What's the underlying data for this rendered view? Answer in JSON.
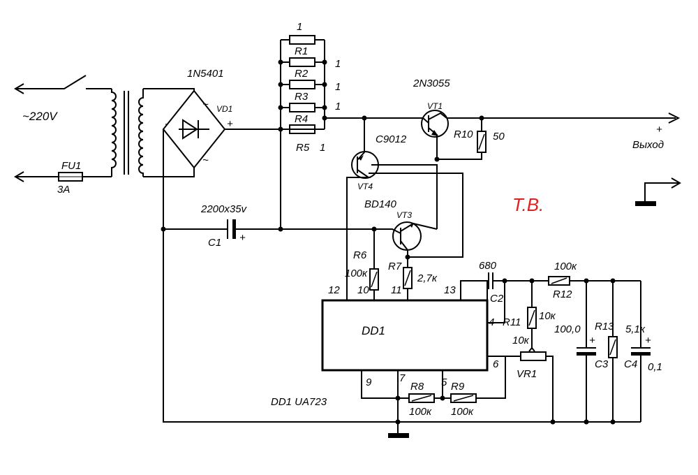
{
  "mains": {
    "voltage": "~220V",
    "fuse_label": "FU1",
    "fuse_rating": "3A"
  },
  "bridge": {
    "part": "1N5401",
    "ref": "VD1",
    "ac1": "~",
    "ac2": "~",
    "plus": "+",
    "minus": "-"
  },
  "capacitor_c1": {
    "value": "2200x35v",
    "ref": "C1",
    "plus": "+"
  },
  "shunt": {
    "top_value": "1",
    "refs": [
      "R1",
      "R2",
      "R3",
      "R4",
      "R5"
    ],
    "side_values": [
      "1",
      "1",
      "1"
    ],
    "r5_value": "1"
  },
  "vt1": {
    "part": "2N3055",
    "ref": "VT1"
  },
  "vt4": {
    "part": "C9012",
    "ref": "VT4"
  },
  "vt3": {
    "part": "BD140",
    "ref": "VT3"
  },
  "r10": {
    "ref": "R10",
    "value": "50"
  },
  "output": {
    "plus": "+",
    "label": "Выход"
  },
  "author": "T.B.",
  "r6": {
    "ref": "R6",
    "value": "100к"
  },
  "r7": {
    "ref": "R7",
    "value": "2,7к"
  },
  "c2": {
    "value": "680",
    "ref": "C2"
  },
  "r12": {
    "value": "100к",
    "ref": "R12"
  },
  "r11": {
    "ref": "R11",
    "value": "10к"
  },
  "vr1": {
    "ref": "VR1",
    "value": "10к"
  },
  "c3": {
    "value": "100,0",
    "ref": "C3"
  },
  "r13": {
    "ref": "R13",
    "value": "5,1к"
  },
  "c4": {
    "ref": "C4",
    "value": "0,1"
  },
  "ic": {
    "ref": "DD1",
    "caption": "DD1 UA723",
    "pins": {
      "p12": "12",
      "p10": "10",
      "p11": "11",
      "p13": "13",
      "p4": "4",
      "p6": "6",
      "p9": "9",
      "p7": "7",
      "p5": "5"
    }
  },
  "r8": {
    "ref": "R8",
    "value": "100к"
  },
  "r9": {
    "ref": "R9",
    "value": "100к"
  }
}
